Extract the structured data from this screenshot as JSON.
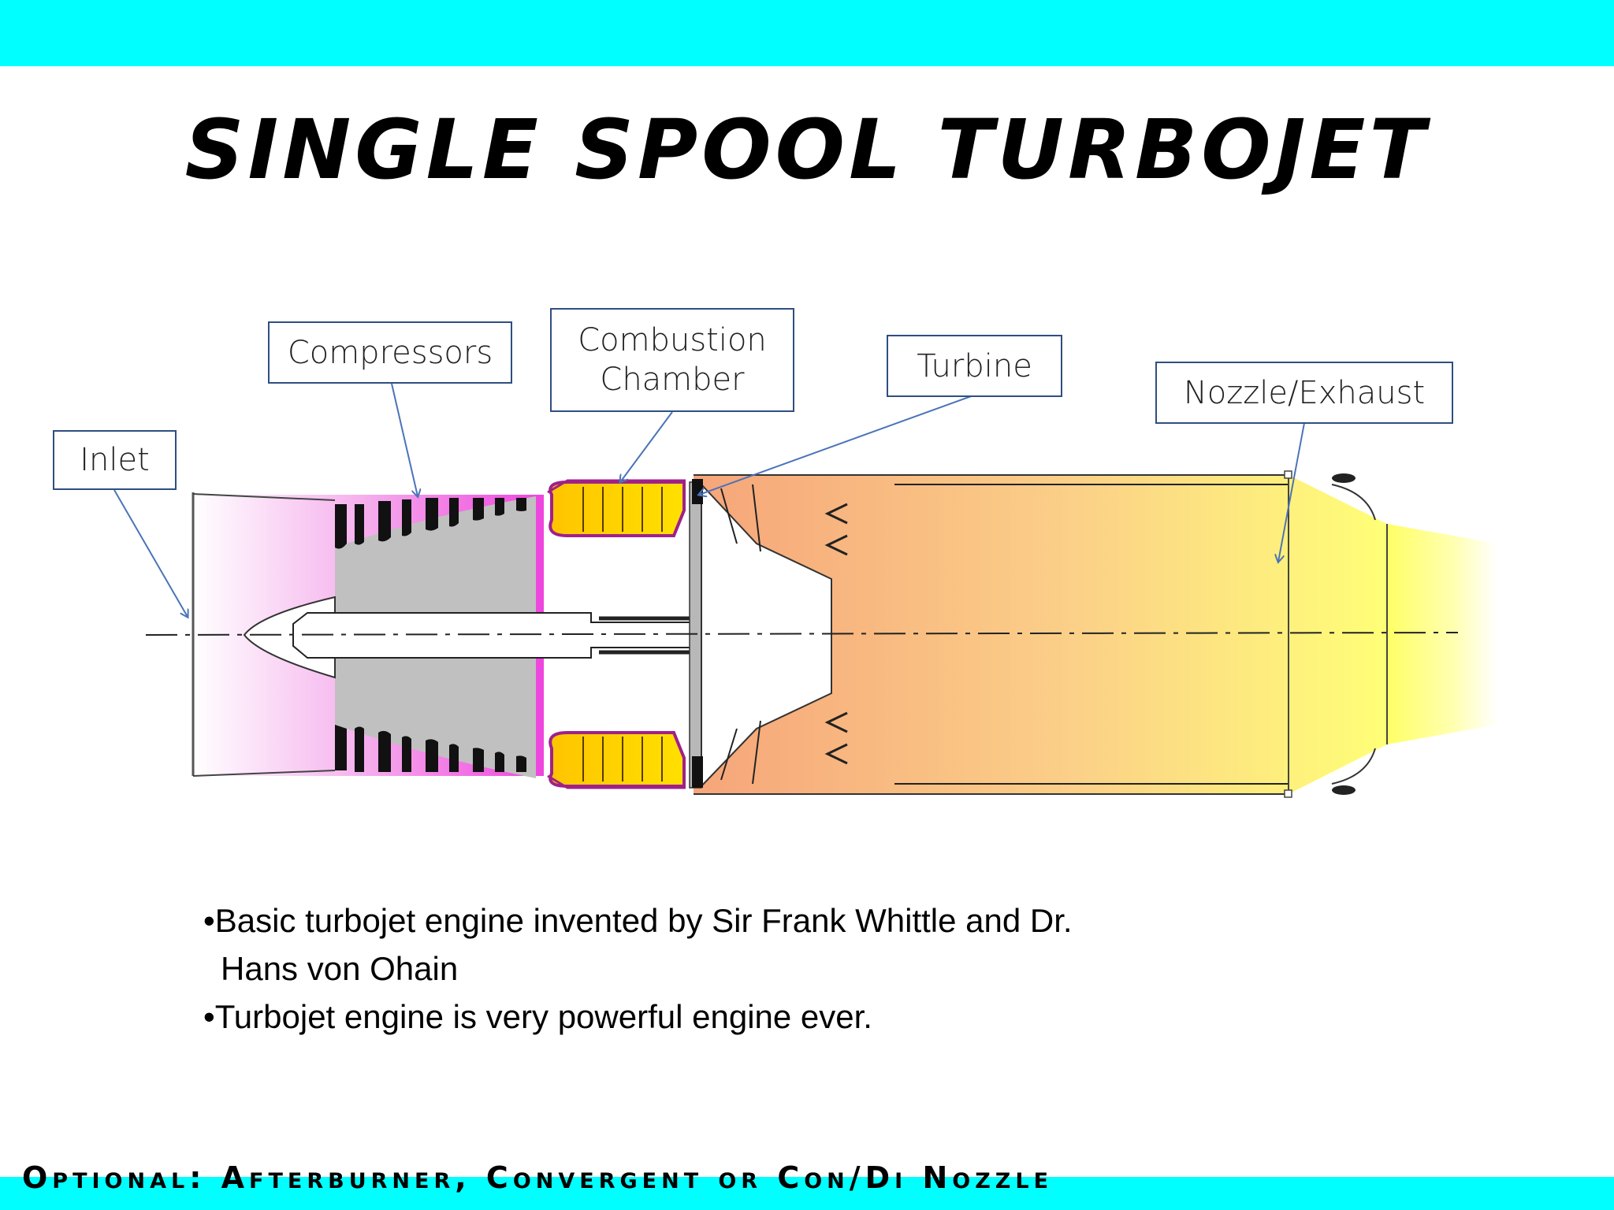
{
  "slide": {
    "title": "SINGLE SPOOL TURBOJET",
    "footer": "Optional: Afterburner, Convergent or Con/Di Nozzle",
    "accent_color": "#00ffff"
  },
  "diagram": {
    "labels": {
      "inlet": "Inlet",
      "compressors": "Compressors",
      "combustion_line1": "Combustion",
      "combustion_line2": "Chamber",
      "turbine": "Turbine",
      "nozzle": "Nozzle/Exhaust"
    },
    "colors": {
      "inlet_air": "#ee44dd",
      "compressor_blades": "#111111",
      "compressor_body": "#c0c0c0",
      "combustor_fill": "#ffd800",
      "combustor_outline": "#a0208a",
      "exhaust_start": "#f6a57a",
      "exhaust_end": "#ffff88",
      "arrow_color": "#4a74b8"
    }
  },
  "bullets": {
    "b1_line1": "•Basic turbojet engine invented by Sir Frank Whittle and Dr.",
    "b1_line2": "Hans von Ohain",
    "b2": "•Turbojet engine is very powerful engine ever."
  }
}
